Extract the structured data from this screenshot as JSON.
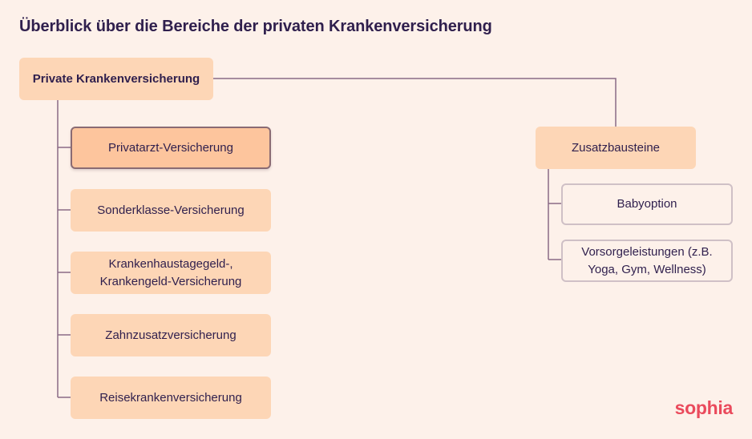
{
  "title": "Überblick über die Bereiche der privaten Krankenversicherung",
  "root": "Private Krankenversicherung",
  "items": [
    "Privatarzt-Versicherung",
    "Sonderklasse-Versicherung",
    "Krankenhaustagegeld-, Krankengeld-Versicherung",
    "Zahnzusatzversicherung",
    "Reisekrankenversicherung"
  ],
  "zusatz": {
    "label": "Zusatzbausteine",
    "children": [
      "Babyoption",
      "Vorsorgeleistungen (z.B. Yoga, Gym, Wellness)"
    ]
  },
  "logo": "sophia",
  "colors": {
    "background": "#fdf1ea",
    "box_fill": "#fdd6b6",
    "active_fill": "#fdc59d",
    "connector": "#8a6b86",
    "text": "#2f1f4d",
    "logo": "#ea4a5c"
  }
}
